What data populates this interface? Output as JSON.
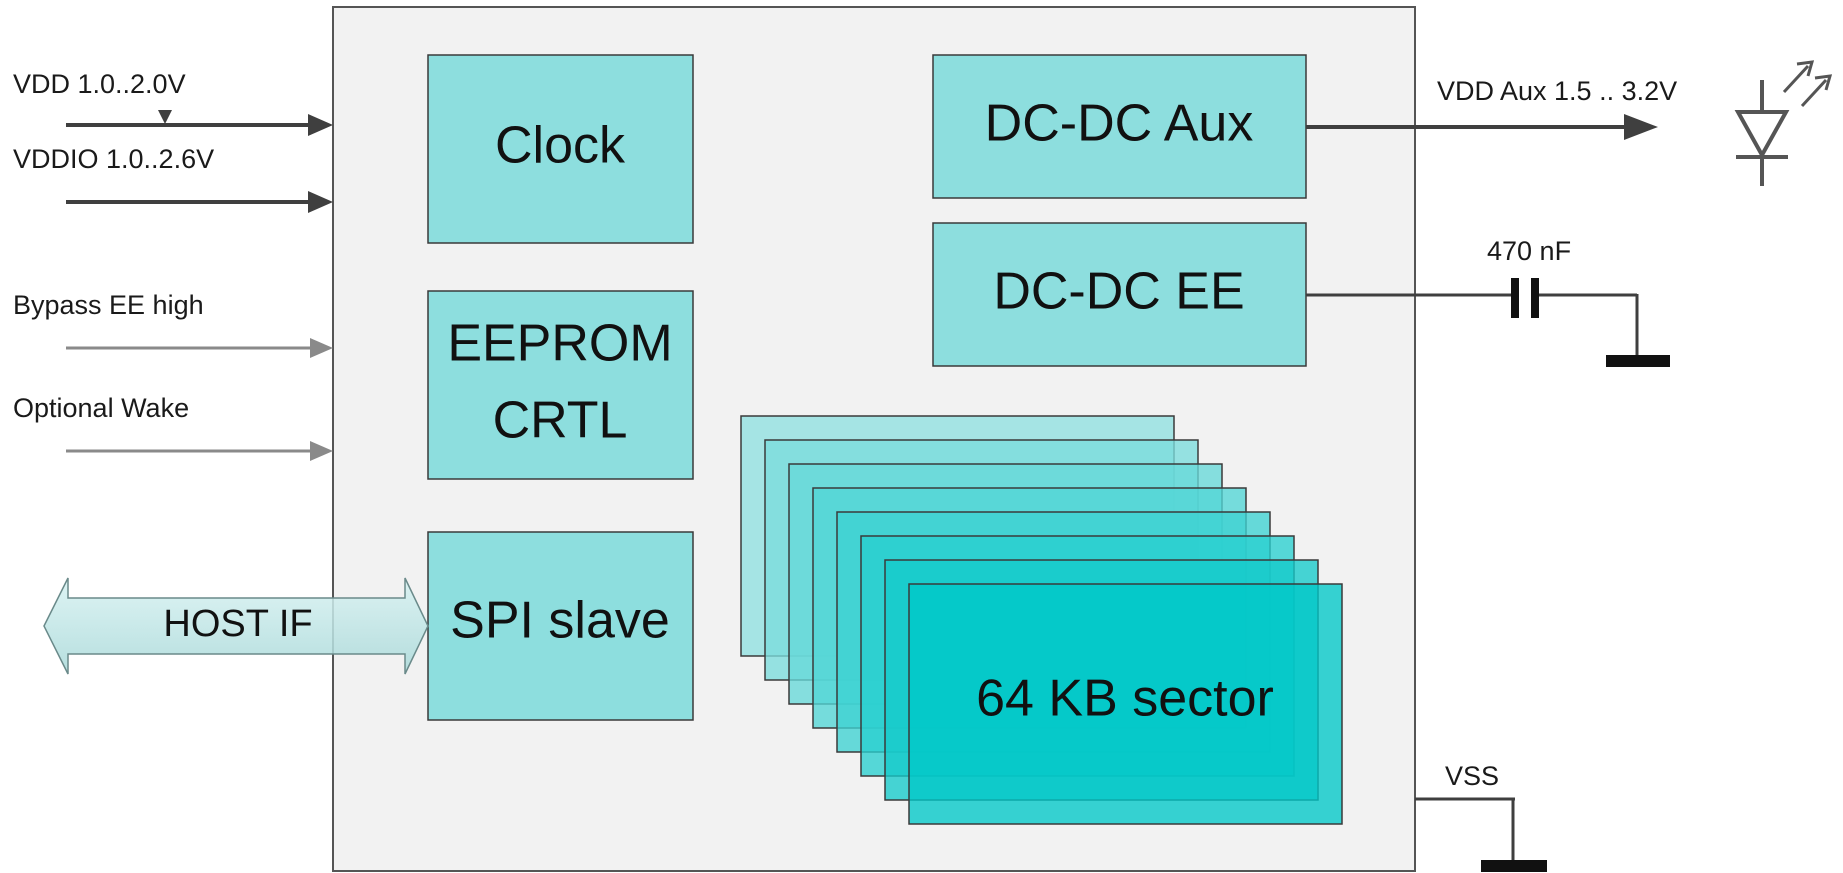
{
  "signals": {
    "vdd": "VDD 1.0..2.0V",
    "vddio": "VDDIO 1.0..2.6V",
    "bypass": "Bypass EE high",
    "wake": "Optional Wake",
    "host_if": "HOST IF",
    "vdd_aux": "VDD Aux 1.5 .. 3.2V",
    "cap": "470 nF",
    "vss": "VSS"
  },
  "blocks": {
    "clock": "Clock",
    "eeprom_line1": "EEPROM",
    "eeprom_line2": "CRTL",
    "spi": "SPI slave",
    "dcdc_aux": "DC-DC Aux",
    "dcdc_ee": "DC-DC EE",
    "sector": "64 KB sector"
  },
  "sector_stack_count": 8,
  "colors": {
    "block_fill": "#8ddede",
    "block_stroke": "#3a3a3a",
    "chip_fill": "#f2f2f2",
    "sector_front": "#00c8c8",
    "sector_back": "#8fe0e0",
    "dark_wire": "#3f3f3f",
    "grey_wire": "#8a8a8a",
    "host_arrow": "#bfe6e6"
  }
}
